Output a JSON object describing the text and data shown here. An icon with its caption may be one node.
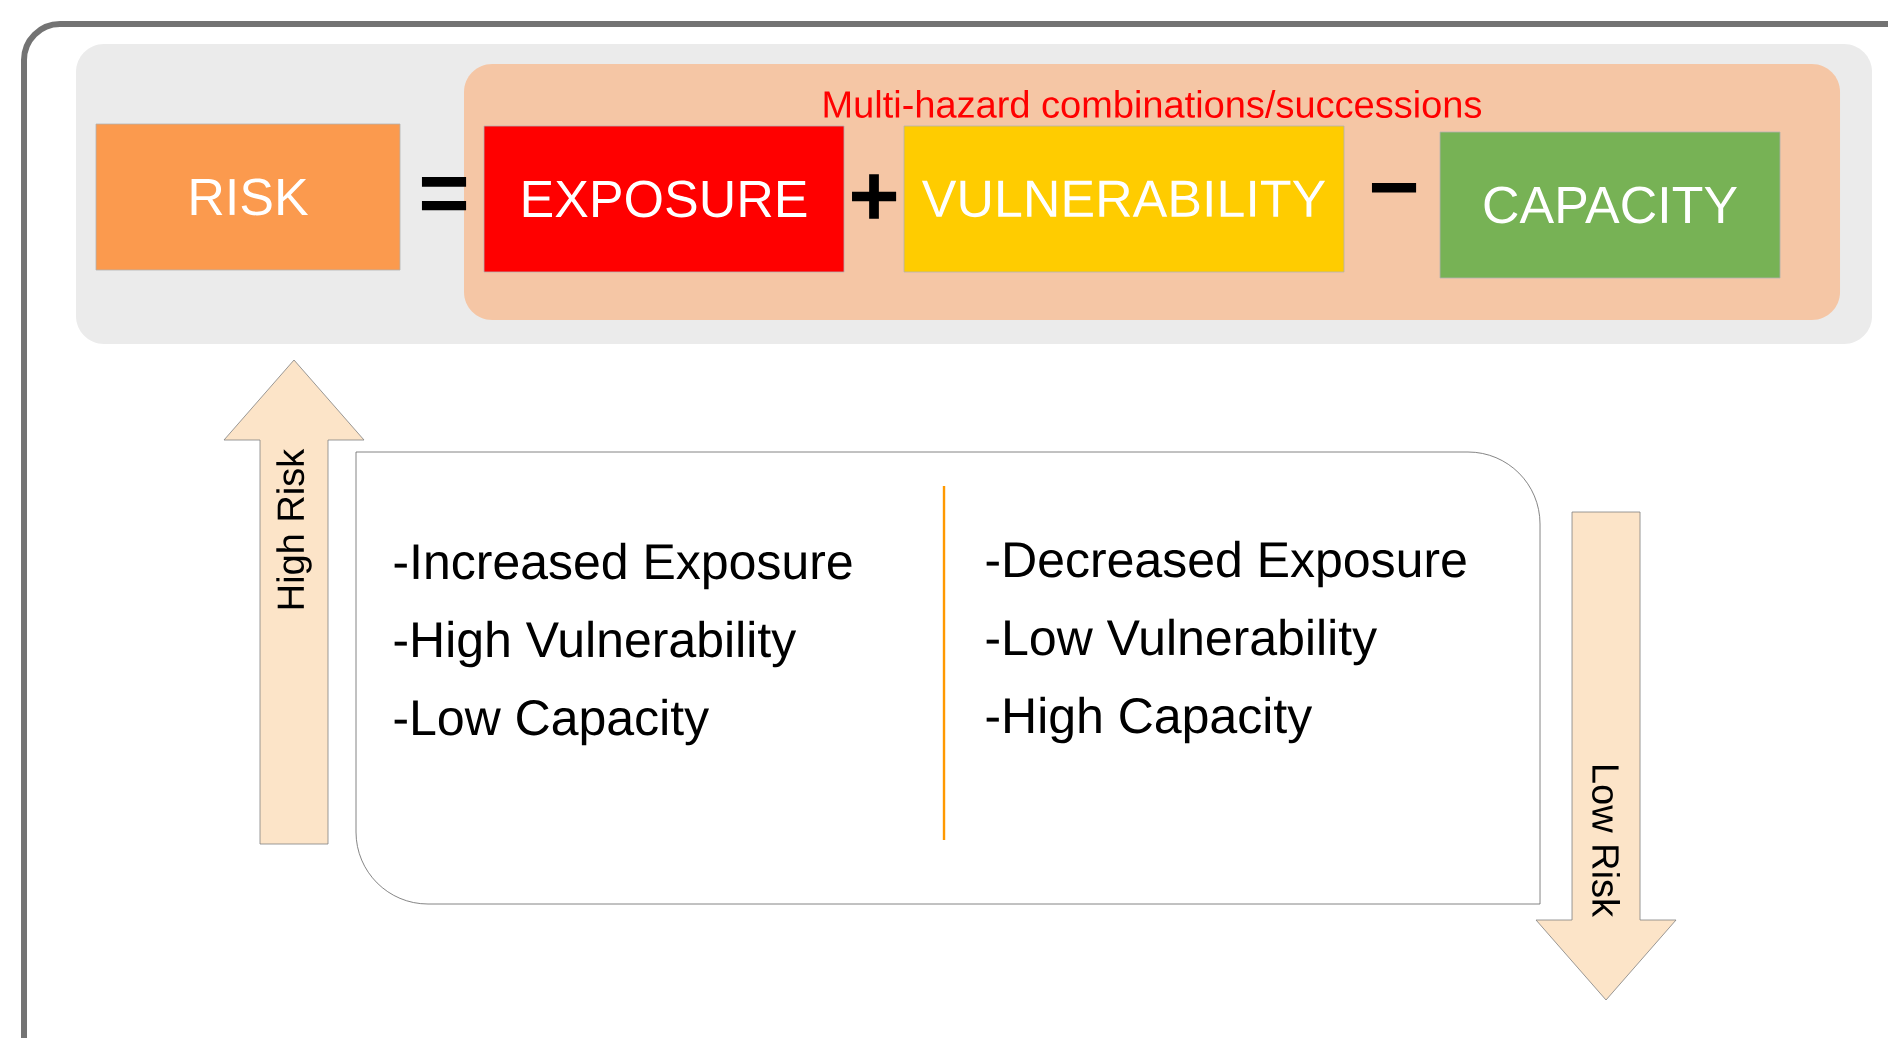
{
  "diagram": {
    "nodes": [
      {
        "text": [],
        "shape": "box"
      },
      {
        "text": [
          "RISK"
        ],
        "in": 0
      },
      {
        "text": [
          "Multi-hazard combinations/successions"
        ],
        "in": 0
      },
      {
        "text": [
          "EXPOSURE"
        ],
        "in": 2
      },
      {
        "text": [
          "VULNERABILITY"
        ],
        "in": 2
      },
      {
        "text": [
          "CAPACITY"
        ],
        "in": 2
      },
      {
        "text": [
          "-Increased Exposure",
          "-High Vulnerability",
          "-Low Capacity",
          "-Decreased Exposure",
          "-Low Vulnerability",
          "-High Capacity"
        ]
      },
      {
        "text": [
          "High Risk"
        ]
      },
      {
        "text": [
          "Low Risk"
        ]
      }
    ],
    "labels": [
      "=",
      "+",
      "−"
    ]
  }
}
